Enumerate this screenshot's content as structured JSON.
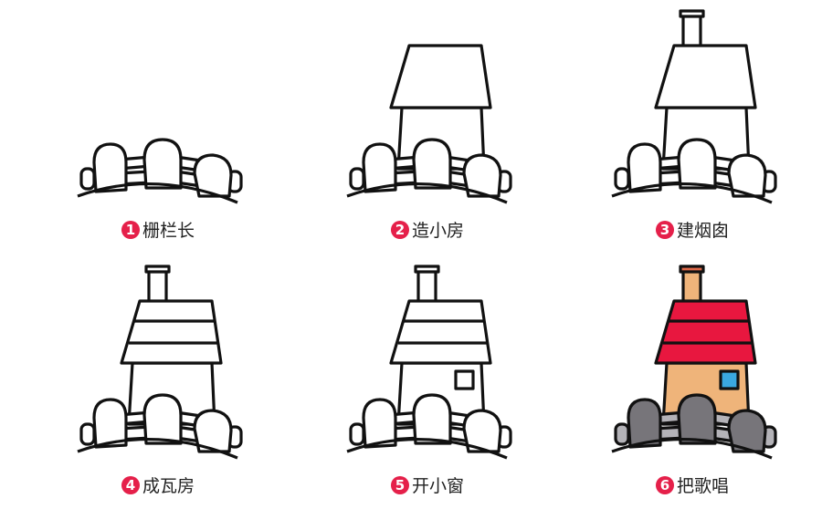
{
  "steps": [
    {
      "number": "1",
      "label": "栅栏长",
      "parts": [
        "fence"
      ]
    },
    {
      "number": "2",
      "label": "造小房",
      "parts": [
        "fence",
        "wall",
        "roof"
      ]
    },
    {
      "number": "3",
      "label": "建烟囱",
      "parts": [
        "fence",
        "wall",
        "roof",
        "chimney"
      ]
    },
    {
      "number": "4",
      "label": "成瓦房",
      "parts": [
        "fence",
        "wall",
        "roof",
        "chimney",
        "stripes"
      ]
    },
    {
      "number": "5",
      "label": "开小窗",
      "parts": [
        "fence",
        "wall",
        "roof",
        "chimney",
        "stripes",
        "window"
      ]
    },
    {
      "number": "6",
      "label": "把歌唱",
      "parts": [
        "fence",
        "wall",
        "roof",
        "chimney",
        "stripes",
        "window"
      ],
      "colored": true
    }
  ],
  "colors": {
    "roof": "#e8173f",
    "wall": "#efb47a",
    "chimney_cap": "#e06a4a",
    "window": "#3aa8e0",
    "fence_post": "#77757a",
    "fence_rail": "#b4b3b8",
    "number_badge": "#e5204a"
  }
}
